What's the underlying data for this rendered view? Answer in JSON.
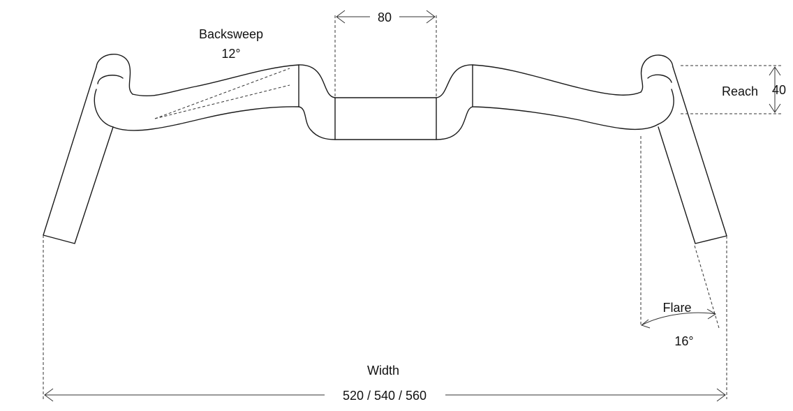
{
  "labels": {
    "stem_clamp_value": "80",
    "backsweep_title": "Backsweep",
    "backsweep_value": "12°",
    "reach_title": "Reach",
    "reach_value": "40",
    "flare_title": "Flare",
    "flare_value": "16°",
    "width_title": "Width",
    "width_value": "520 / 540 / 560"
  },
  "colors": {
    "line": "#1a1a1a",
    "background": "#ffffff"
  }
}
